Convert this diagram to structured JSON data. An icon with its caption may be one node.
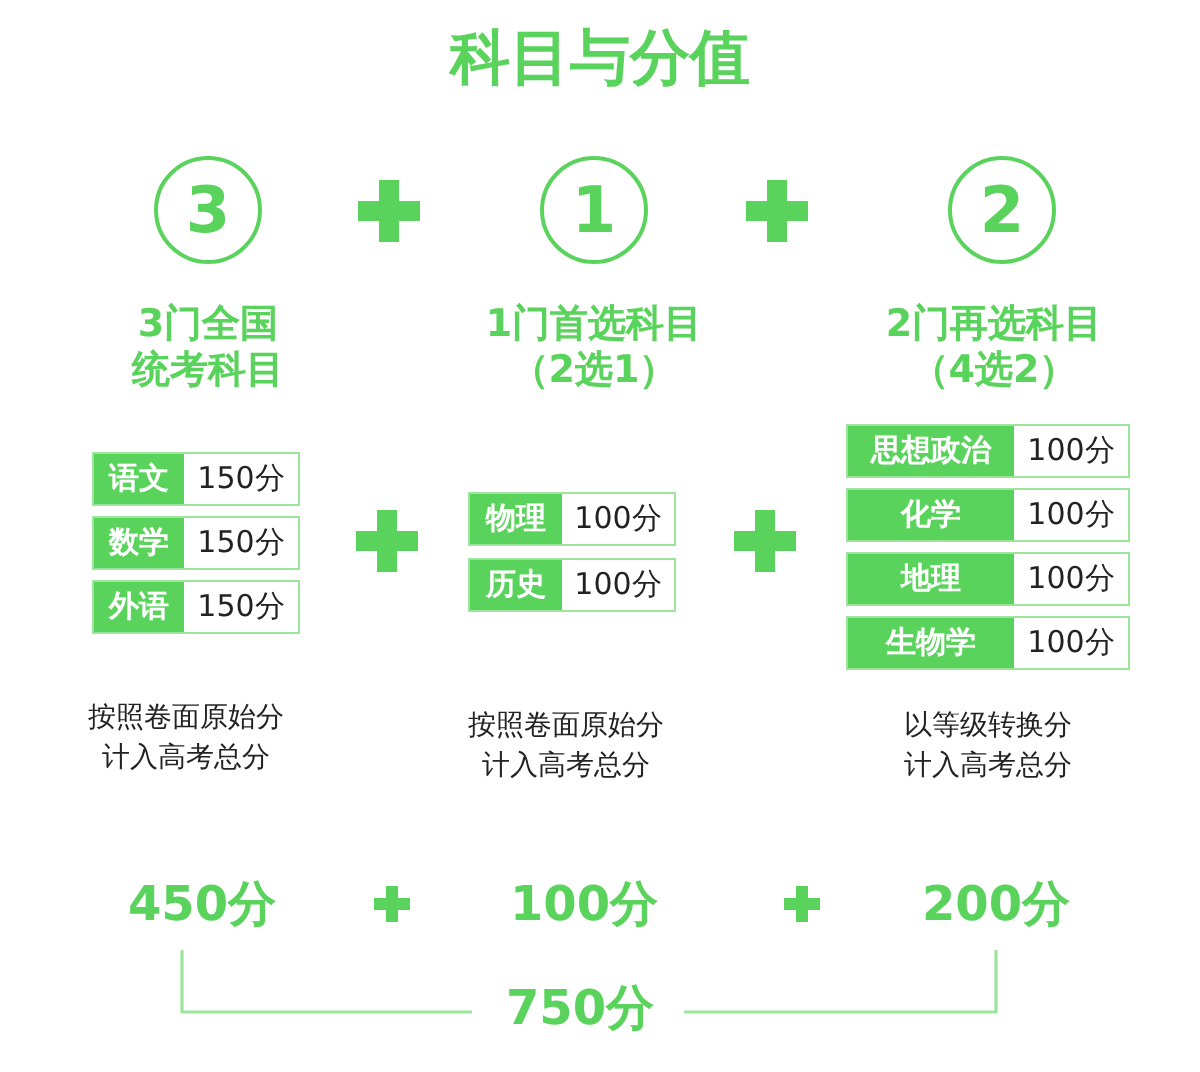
{
  "diagram": {
    "title": "科目与分值",
    "nodes": [
      {
        "text": [
          "3"
        ]
      },
      {
        "text": [
          "1"
        ]
      },
      {
        "text": [
          "2"
        ]
      },
      {
        "text": [
          "语文",
          "150分"
        ]
      },
      {
        "text": [
          "数学",
          "150分"
        ]
      },
      {
        "text": [
          "外语",
          "150分"
        ]
      },
      {
        "text": [
          "物理",
          "100分"
        ]
      },
      {
        "text": [
          "历史",
          "100分"
        ]
      },
      {
        "text": [
          "思想政治",
          "100分"
        ]
      },
      {
        "text": [
          "化学",
          "100分"
        ]
      },
      {
        "text": [
          "地理",
          "100分"
        ]
      },
      {
        "text": [
          "生物学",
          "100分"
        ]
      }
    ],
    "labels": [
      "3门全国统考科目",
      "1门首选科目（2选1）",
      "2门再选科目（4选2）",
      "按照卷面原始分计入高考总分",
      "按照卷面原始分计入高考总分",
      "以等级转换分计入高考总分",
      "450分",
      "100分",
      "200分",
      "750分"
    ]
  }
}
